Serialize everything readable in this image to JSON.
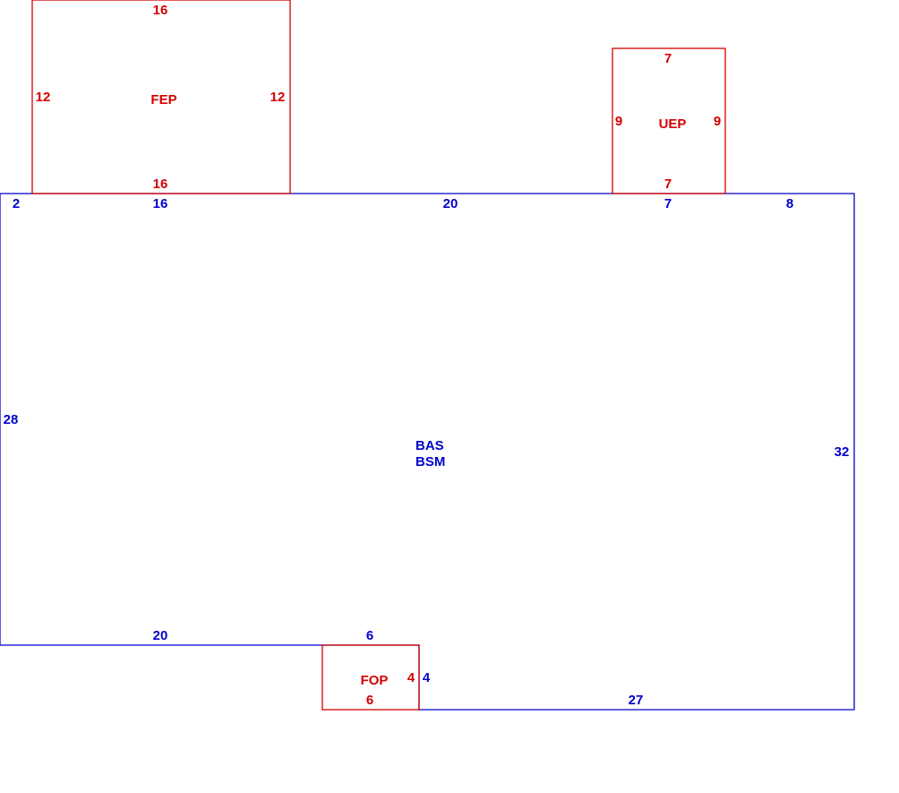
{
  "colors": {
    "main_area": "#0000cc",
    "sub_area": "#d40000",
    "background": "#ffffff"
  },
  "areas": {
    "bas": {
      "codes": [
        "BAS",
        "BSM"
      ],
      "dimensions": {
        "top_left": "2",
        "top_fep": "16",
        "top_mid": "20",
        "top_uep": "7",
        "top_right": "8",
        "left": "28",
        "right": "32",
        "bottom_left": "20",
        "bottom_notch_top": "6",
        "notch_right": "4",
        "bottom_right": "27"
      }
    },
    "fep": {
      "code": "FEP",
      "dimensions": {
        "top": "16",
        "left": "12",
        "right": "12",
        "bottom": "16"
      }
    },
    "uep": {
      "code": "UEP",
      "dimensions": {
        "top": "7",
        "left": "9",
        "right": "9",
        "bottom": "7"
      }
    },
    "fop": {
      "code": "FOP",
      "dimensions": {
        "right": "4",
        "bottom": "6"
      }
    }
  }
}
